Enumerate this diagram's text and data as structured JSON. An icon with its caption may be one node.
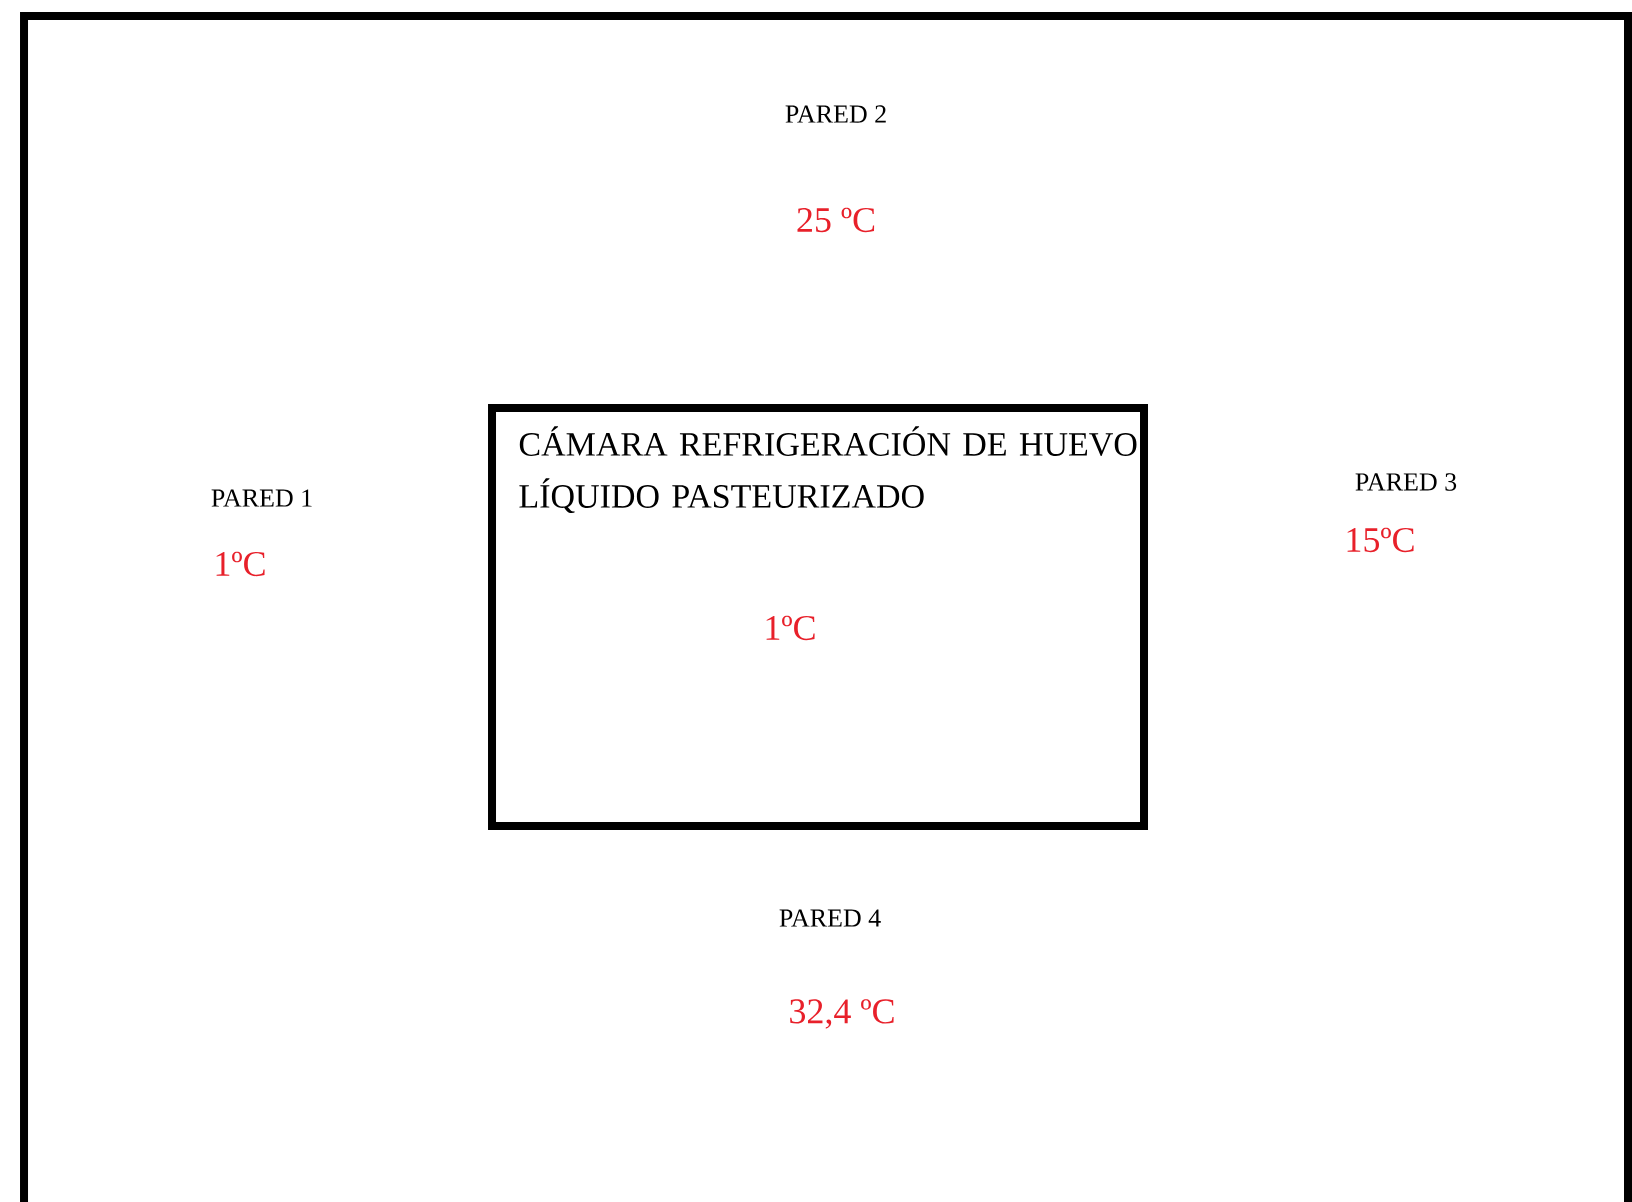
{
  "diagram": {
    "nodes": [
      {
        "text": [
          "CÁMARA  REFRIGERACIÓN DE HUEVO LÍQUIDO PASTEURIZADO",
          "1ºC"
        ]
      }
    ],
    "labels": [
      "PARED 2",
      "25 ºC",
      "PARED 1",
      "1ºC",
      "PARED 3",
      "15ºC",
      "PARED 4",
      "32,4 ºC"
    ]
  }
}
